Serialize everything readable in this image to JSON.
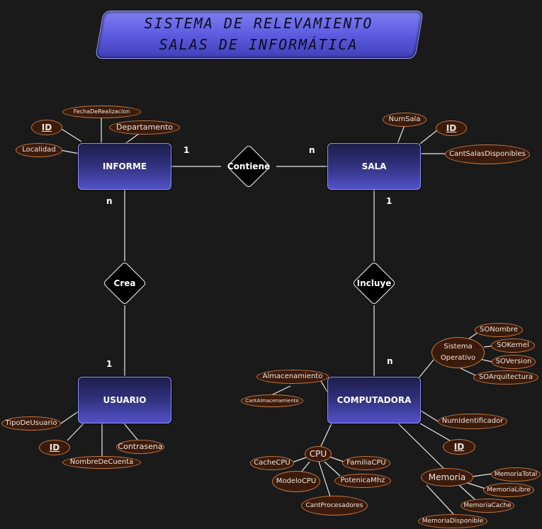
{
  "title": {
    "line1": "SISTEMA DE RELEVAMIENTO",
    "line2": "SALAS DE INFORMÁTICA"
  },
  "entities": {
    "informe": "INFORME",
    "sala": "SALA",
    "usuario": "USUARIO",
    "computadora": "COMPUTADORA"
  },
  "relationships": {
    "contiene": "Contiene",
    "crea": "Crea",
    "incluye": "Incluye"
  },
  "cardinalities": {
    "informe_contiene": "1",
    "sala_contiene": "n",
    "informe_crea": "n",
    "usuario_crea": "1",
    "sala_incluye": "1",
    "computadora_incluye": "n"
  },
  "attributes": {
    "informe": {
      "fecha": "FechaDeRealizacion",
      "id": "ID",
      "departamento": "Departamento",
      "localidad": "Localidad"
    },
    "sala": {
      "num_sala": "NumSala",
      "id": "ID",
      "cant_salas": "CantSalasDisponibles"
    },
    "usuario": {
      "tipo": "TipoDeUsuario",
      "id": "ID",
      "contrasena": "Contrasena",
      "nombre_cuenta": "NombreDeCuenta"
    },
    "computadora": {
      "almacenamiento": "Almacenamiento",
      "cant_almacenamiento": "CantAlmacenamiento",
      "num_identificador": "NumIdentificador",
      "id": "ID",
      "so": {
        "label_line1": "Sistema",
        "label_line2": "Operativo",
        "nombre": "SONombre",
        "kernel": "SOKernel",
        "version": "SOVersion",
        "arquitectura": "SOArquitectura"
      },
      "cpu": {
        "label": "CPU",
        "cache": "CacheCPU",
        "familia": "FamiliaCPU",
        "modelo": "ModeloCPU",
        "potencia": "PotenicaMhz",
        "cant_procesadores": "CantProcesadores"
      },
      "memoria": {
        "label": "Memoria",
        "total": "MemoriaTotal",
        "libre": "MemoriaLibre",
        "cache": "MemoriaCache",
        "disponible": "MemoriaDisponible"
      }
    }
  }
}
